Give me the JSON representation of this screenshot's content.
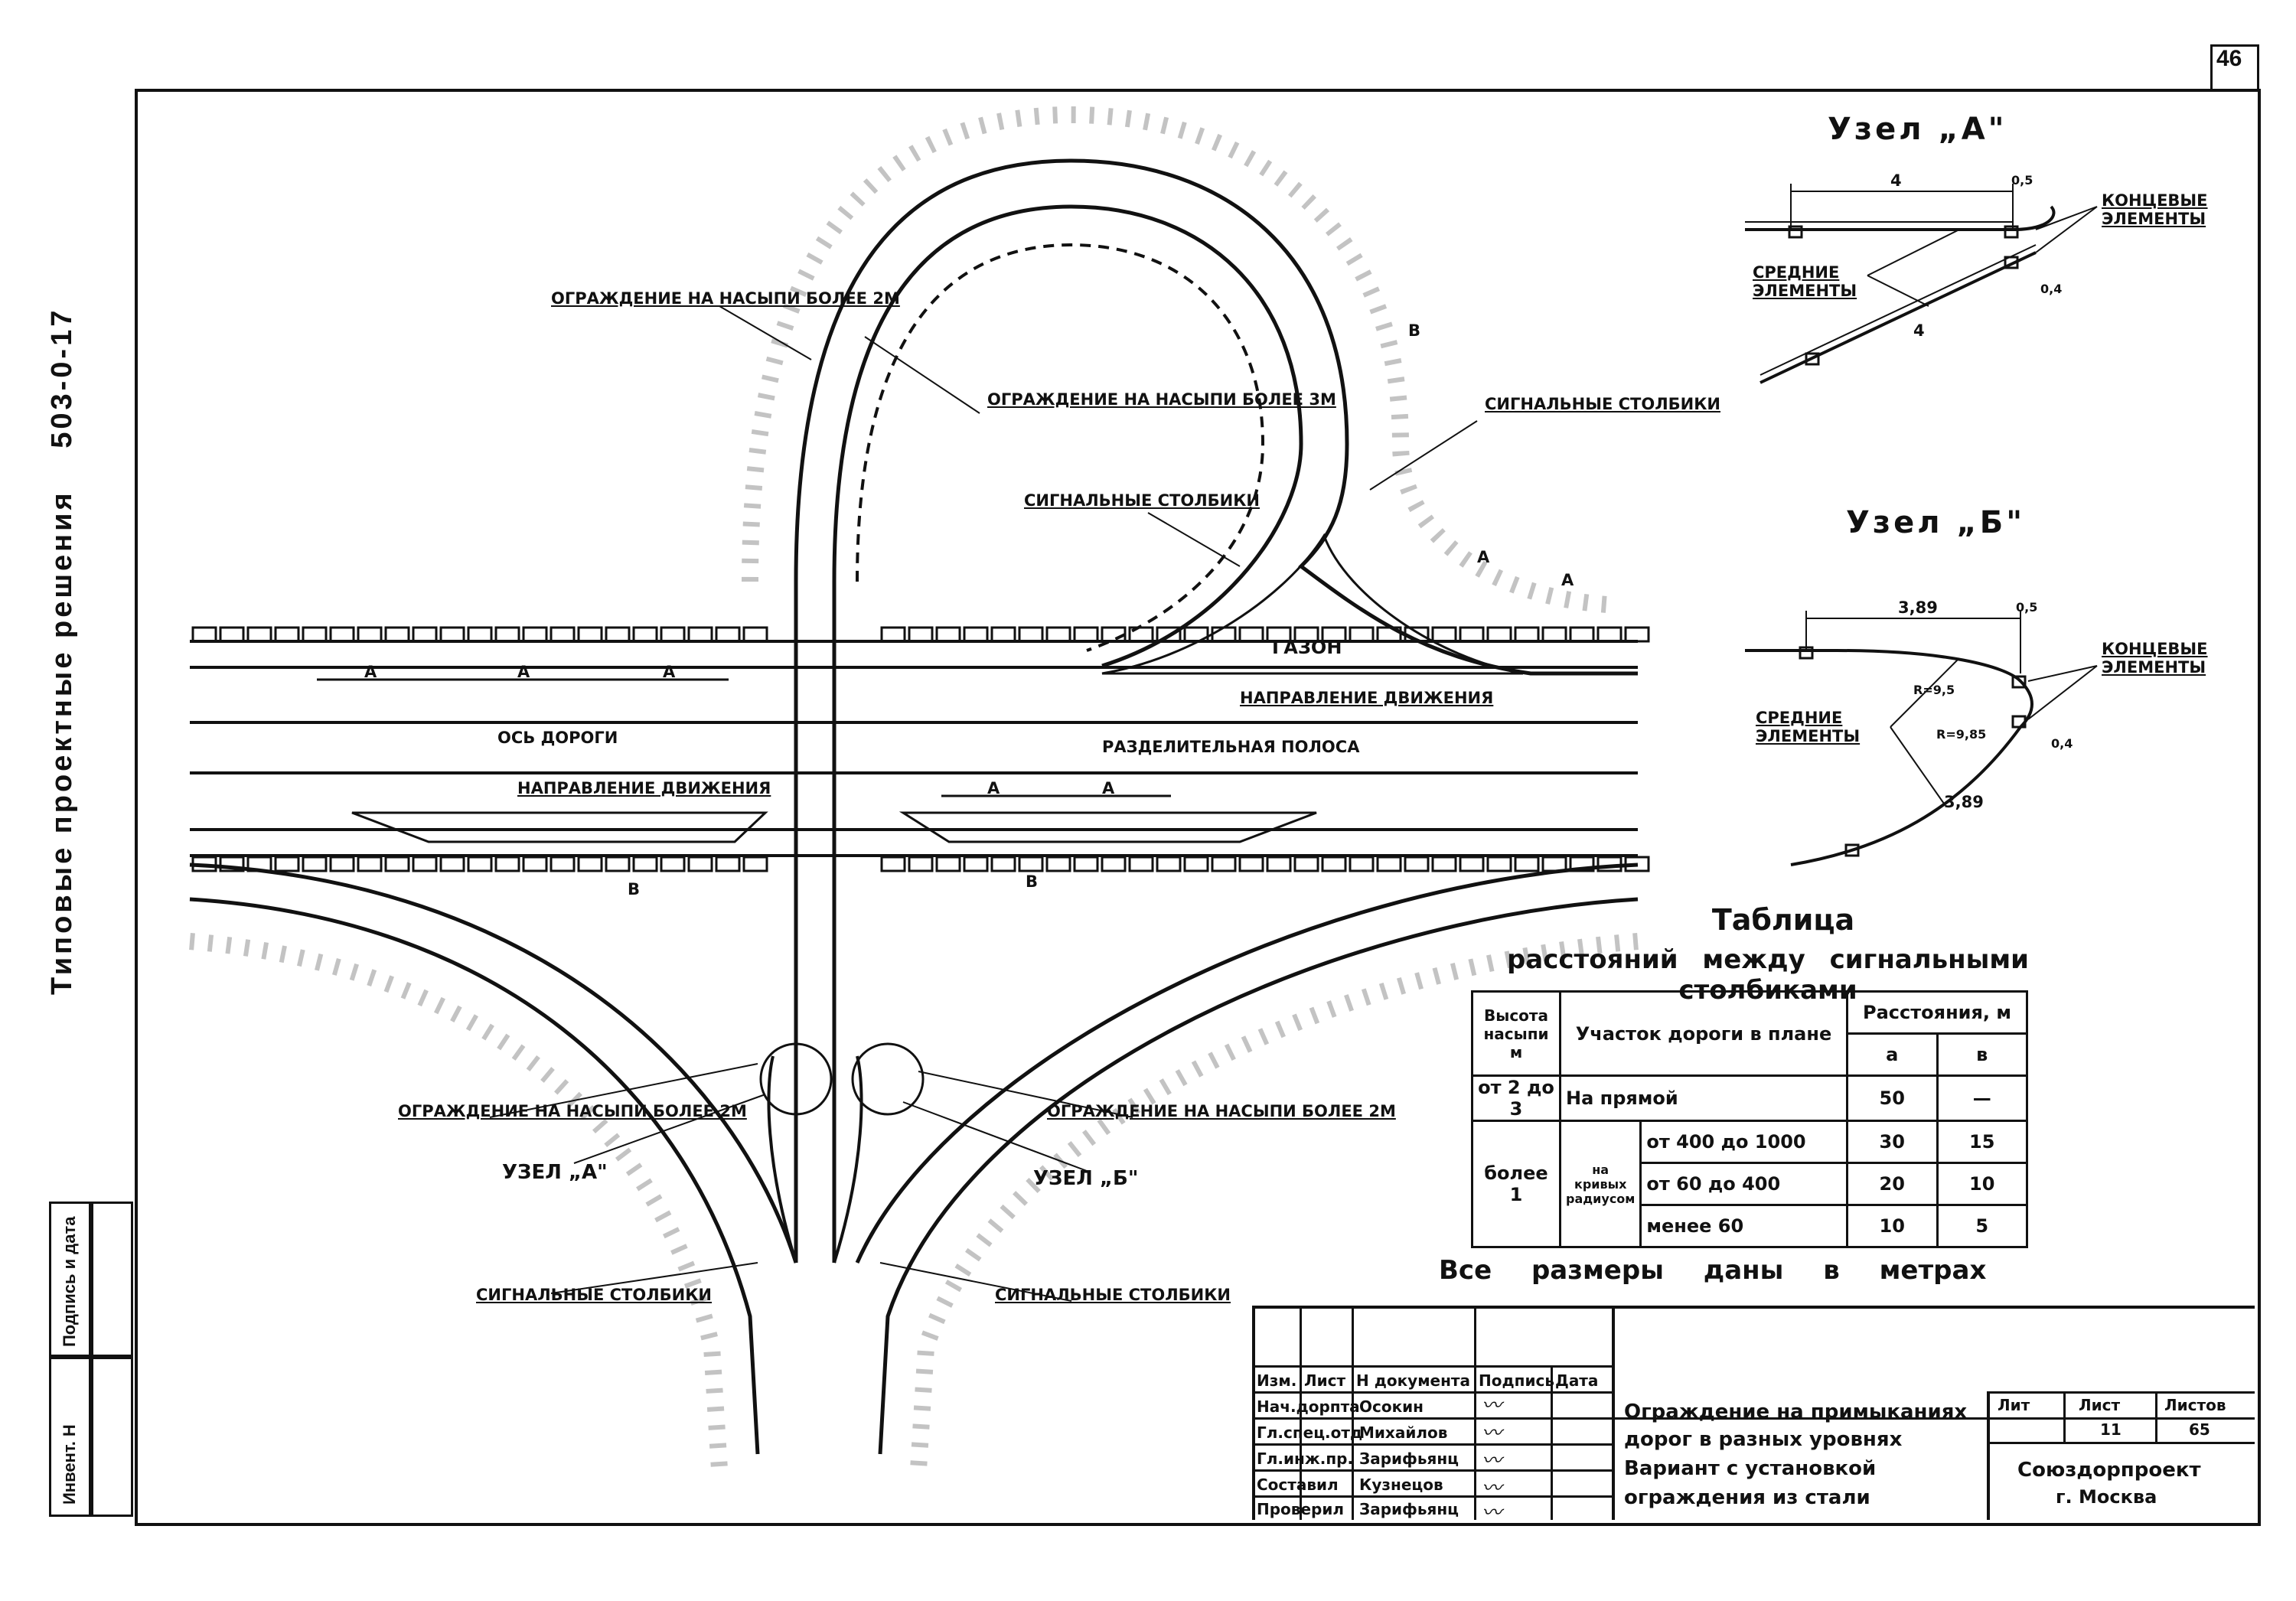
{
  "page_number": "46",
  "side_title": {
    "series": "Типовые проектные решения",
    "code": "503-0-17"
  },
  "stamp": {
    "inv": "Инвент. Н",
    "sign": "Подпись и дата"
  },
  "labels": {
    "fence_2m_top": "Ограждение на насыпи более 2м",
    "fence_3m": "Ограждение на насыпи более 3м",
    "signal_posts_top_right": "Сигнальные столбики",
    "signal_posts_inner": "Сигнальные столбики",
    "lawn": "Газон",
    "direction_top": "Направление движения",
    "road_axis": "Ось дороги",
    "median": "Разделительная полоса",
    "direction_bottom": "Направление движения",
    "fence_2m_left": "Ограждение на насыпи более 2м",
    "fence_2m_right": "Ограждение на насыпи более 2м",
    "node_a_ref": "Узел „А\"",
    "node_b_ref": "Узел „Б\"",
    "signal_posts_bottom_left": "Сигнальные столбики",
    "signal_posts_bottom_right": "Сигнальные столбики",
    "dim_a": "a",
    "dim_b": "в"
  },
  "node_a": {
    "title": "Узел „А\"",
    "dim_4_top": "4",
    "dim_05": "0,5",
    "dim_4_bottom": "4",
    "dim_04": "0,4",
    "end_elements": "Концевые элементы",
    "middle_elements": "Средние элементы"
  },
  "node_b": {
    "title": "Узел „Б\"",
    "dim_389_top": "3,89",
    "dim_05": "0,5",
    "r1": "R=9,5",
    "r2": "R=9,85",
    "dim_04": "0,4",
    "dim_389_bottom": "3,89",
    "end_elements": "Концевые элементы",
    "middle_elements": "Средние элементы"
  },
  "table": {
    "title": "Таблица",
    "subtitle": "расстояний между сигнальными столбиками",
    "head_height": "Высота насыпи м",
    "head_section": "Участок дороги в плане",
    "head_dist": "Расстояния, м",
    "col_a": "a",
    "col_b": "в",
    "row1_height": "от 2 до 3",
    "row1_section": "На прямой",
    "row1_a": "50",
    "row1_b": "—",
    "row2_height": "более 1",
    "row2_group": "на кривых радиусом",
    "row2_section": "от 400 до 1000",
    "row2_a": "30",
    "row2_b": "15",
    "row3_section": "от 60 до 400",
    "row3_a": "20",
    "row3_b": "10",
    "row4_section": "менее 60",
    "row4_a": "10",
    "row4_b": "5"
  },
  "all_dims": "Все размеры даны в метрах",
  "title_block": {
    "h_izm": "Изм.",
    "h_list": "Лист",
    "h_doc": "Н документа",
    "h_sign": "Подпись",
    "h_date": "Дата",
    "r1_role": "Нач.дорпта",
    "r1_name": "Осокин",
    "r2_role": "Гл.спец.отд",
    "r2_name": "Михайлов",
    "r3_role": "Гл.инж.пр.",
    "r3_name": "Зарифьянц",
    "r4_role": "Составил",
    "r4_name": "Кузнецов",
    "r5_role": "Проверил",
    "r5_name": "Зарифьянц",
    "doc_title_1": "Ограждение на примыканиях",
    "doc_title_2": "дорог в разных уровнях",
    "doc_title_3": "Вариант с установкой",
    "doc_title_4": "ограждения из стали",
    "h_stage": "Лит",
    "h_sheet": "Лист",
    "h_sheets": "Листов",
    "sheet": "11",
    "sheets": "65",
    "org_1": "Союздорпроект",
    "org_2": "г. Москва"
  }
}
